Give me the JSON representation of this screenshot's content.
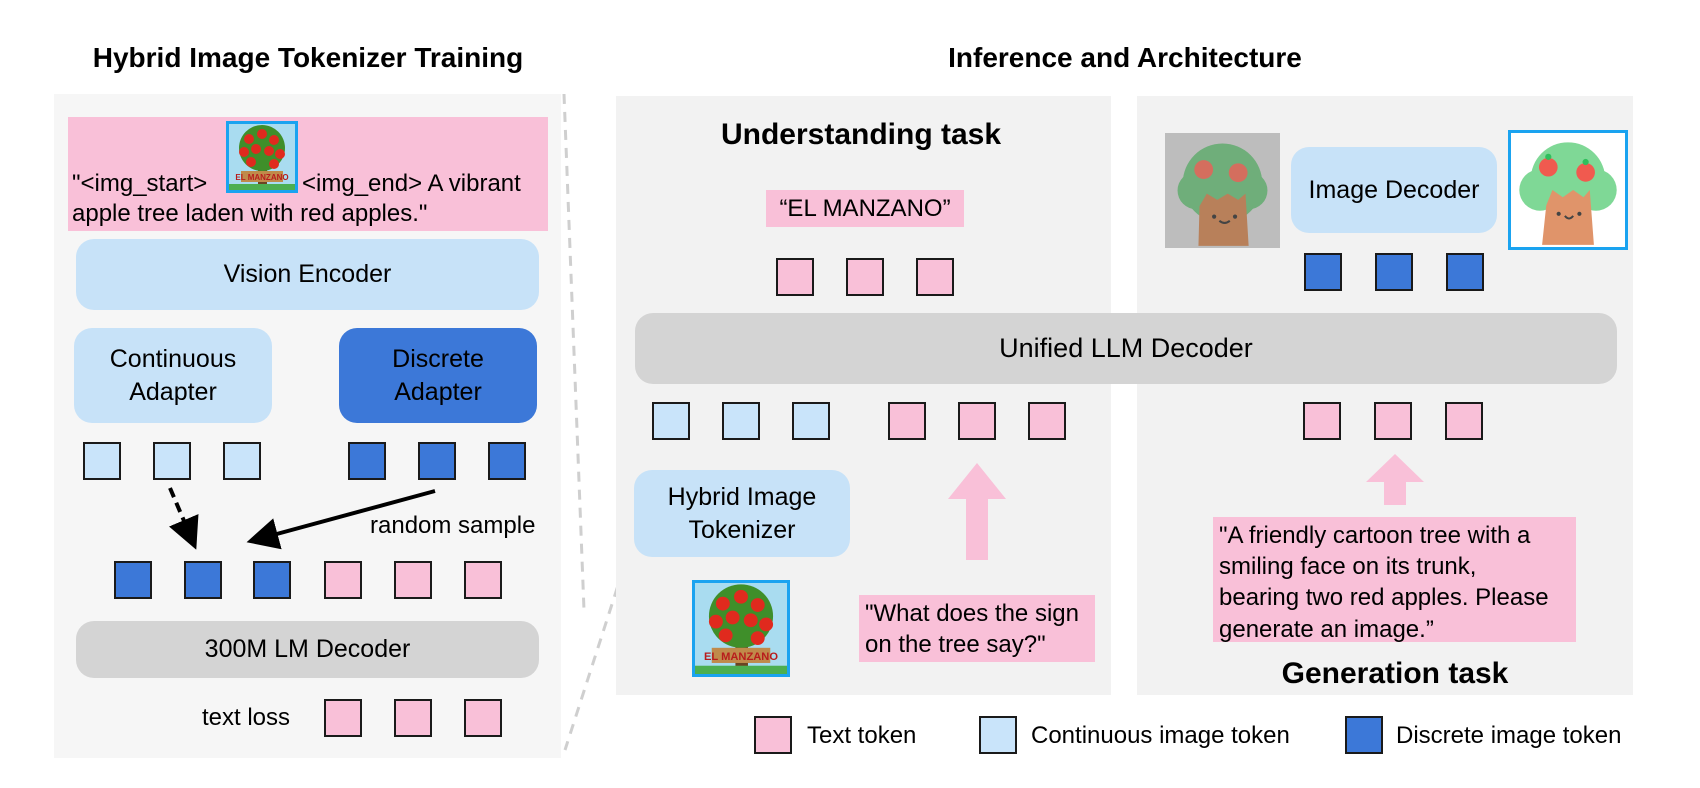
{
  "titles": {
    "left": "Hybrid Image Tokenizer Training",
    "right": "Inference and Architecture"
  },
  "training": {
    "caption_prefix": "\"<img_start>",
    "caption_suffix": "<img_end> A vibrant",
    "caption_line2": "apple tree laden with red apples.\"",
    "caption_image": "apple-tree-el-manzano-image",
    "vision_encoder": "Vision Encoder",
    "continuous_adapter": [
      "Continuous",
      "Adapter"
    ],
    "discrete_adapter": [
      "Discrete",
      "Adapter"
    ],
    "random_sample": "random sample",
    "lm_decoder": "300M LM Decoder",
    "text_loss": "text loss"
  },
  "understanding": {
    "title": "Understanding task",
    "answer": "“EL MANZANO”",
    "tokenizer": [
      "Hybrid Image",
      "Tokenizer"
    ],
    "question": [
      "\"What does the sign",
      "on the tree say?\""
    ],
    "image": "apple-tree-el-manzano-image"
  },
  "shared": {
    "llm_decoder": "Unified LLM Decoder"
  },
  "generation": {
    "title": "Generation task",
    "image_decoder": "Image Decoder",
    "prompt": [
      "\"A friendly cartoon tree with a",
      "smiling face on its trunk,",
      "bearing two red apples. Please",
      "generate an image.”"
    ],
    "noisy_image": "noisy-cartoon-tree-image",
    "output_image": "cartoon-tree-image"
  },
  "legend": [
    {
      "label": "Text token",
      "color": "#f9c0d8"
    },
    {
      "label": "Continuous image token",
      "color": "#c9e4fa"
    },
    {
      "label": "Discrete image token",
      "color": "#3c78d8"
    }
  ],
  "colors": {
    "text_token": "#f9c0d8",
    "continuous_token": "#c9e4fa",
    "discrete_token": "#3c78d8",
    "encoder_box": "#c7e2f8",
    "decoder_box": "#d4d4d4",
    "image_border": "#1aa3f0"
  }
}
